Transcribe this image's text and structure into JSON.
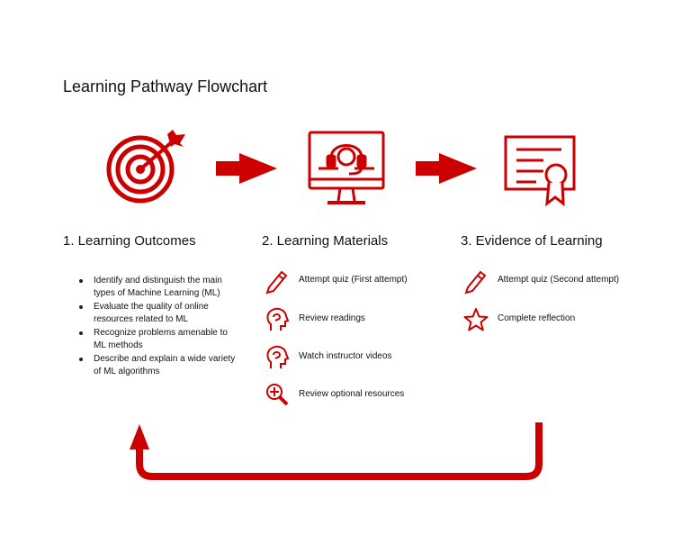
{
  "title": "Learning Pathway Flowchart",
  "accent_color": "#cc0000",
  "steps": [
    {
      "title": "1. Learning Outcomes",
      "icon": "target-icon",
      "bullets": [
        "Identify and distinguish the main types of Machine Learning (ML)",
        "Evaluate the quality of online resources related to ML",
        "Recognize problems amenable to ML methods",
        "Describe and explain a wide variety of ML algorithms"
      ]
    },
    {
      "title": "2. Learning Materials",
      "icon": "headset-monitor-icon",
      "activities": [
        {
          "label": "Attempt quiz (First attempt)",
          "icon": "pencil-icon"
        },
        {
          "label": "Review readings",
          "icon": "brain-head-icon"
        },
        {
          "label": "Watch instructor videos",
          "icon": "brain-head-icon"
        },
        {
          "label": "Review optional resources",
          "icon": "zoom-in-icon"
        }
      ]
    },
    {
      "title": "3. Evidence of Learning",
      "icon": "certificate-icon",
      "activities": [
        {
          "label": "Attempt quiz (Second attempt)",
          "icon": "pencil-icon"
        },
        {
          "label": "Complete reflection",
          "icon": "star-icon"
        }
      ]
    }
  ]
}
